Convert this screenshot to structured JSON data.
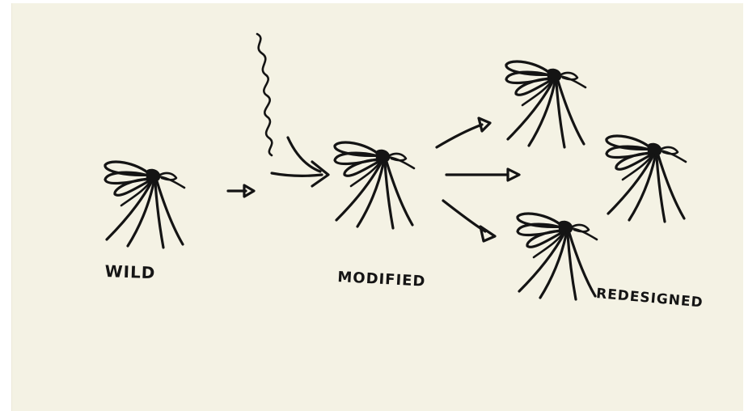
{
  "labels": {
    "wild": "WILD",
    "modified": "MODIFIED",
    "redesigned": "REDESIGNED"
  },
  "icons": {
    "mosquito": "mosquito-icon",
    "dna_strand": "dna-strand-icon",
    "arrow": "arrow-icon"
  },
  "colors": {
    "ink": "#141414",
    "paper": "#f4f2e4"
  }
}
